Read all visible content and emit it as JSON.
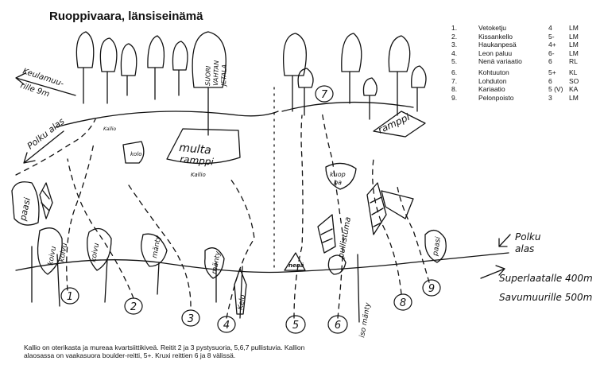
{
  "title": "Ruoppivaara, länsiseinämä",
  "routes": [
    {
      "num": "1.",
      "name": "Vetoketju",
      "grade": "4",
      "author": "LM"
    },
    {
      "num": "2.",
      "name": "Kissankello",
      "grade": "5-",
      "author": "LM"
    },
    {
      "num": "3.",
      "name": "Haukanpesä",
      "grade": "4+",
      "author": "LM"
    },
    {
      "num": "4.",
      "name": "Leon paluu",
      "grade": "6-",
      "author": "LM"
    },
    {
      "num": "5.",
      "name": "Nenä variaatio",
      "grade": "6",
      "author": "RL"
    },
    {
      "num": "6.",
      "name": "Kohtuuton",
      "grade": "5+",
      "author": "KL"
    },
    {
      "num": "7.",
      "name": "Lohduton",
      "grade": "6",
      "author": "SO"
    },
    {
      "num": "8.",
      "name": "Kariaatio",
      "grade": "5 (V)",
      "author": "KA"
    },
    {
      "num": "9.",
      "name": "Pelonpoisto",
      "grade": "3",
      "author": "LM"
    }
  ],
  "caption": "Kallio on oterikasta ja mureaa kvartsiittikiveä. Reitit 2 ja 3 pystysuoria, 5,6,7 pullistuvia. Kallion alaosassa on vaakasuora boulder-reitti, 5+. Kruxi reittien 6 ja 8 välissä.",
  "sketch_labels": {
    "keulamuurille_1": "Keulamuu-",
    "keulamuurille_2": "rille 9m",
    "polku_alas_left": "Polku alas",
    "paasi_left": "paasi",
    "koivu_1": "koivu",
    "koivu_2": "koivu",
    "koivu_3": "koivu",
    "kolo": "kolo",
    "mahty_1": "mänty",
    "mahty_2": "mänty",
    "keio": "Kelo",
    "kallio_1": "Kallio",
    "kallio_2": "Kallio",
    "multa_ramppi_1": "multa",
    "multa_ramppi_2": "ramppi",
    "suori_1": "SUORI",
    "suori_2": "VAHTAN",
    "suori_3": "JETALA",
    "ramppi_right": "ramppi",
    "kuoppa_1": "kuop",
    "kuoppa_2": "pa",
    "pullistuma": "pullistuma",
    "iso_manty": "iso mänty",
    "paasi_right": "paasi",
    "nena": "nenä",
    "polku_alas_right_1": "Polku",
    "polku_alas_right_2": "alas",
    "superlaatalle": "Superlaatalle 400m",
    "savumuurille": "Savumuurille 500m",
    "route_numbers": [
      "1",
      "2",
      "3",
      "4",
      "5",
      "6",
      "7",
      "8",
      "9"
    ]
  }
}
